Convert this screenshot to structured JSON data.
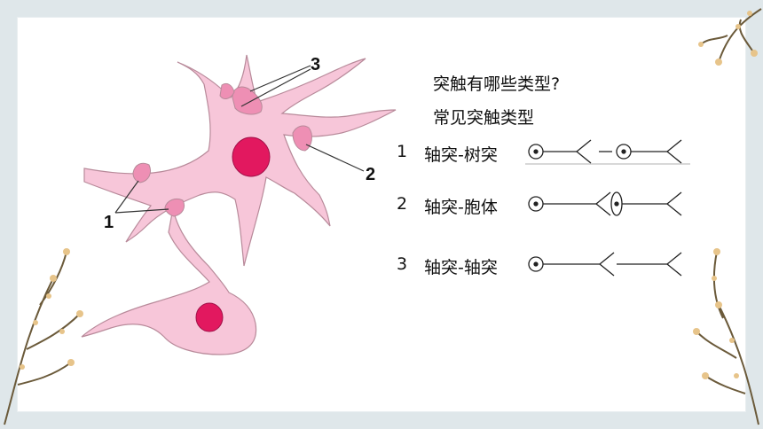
{
  "slide": {
    "question": "突触有哪些类型?",
    "subtitle": "常见突触类型",
    "types": [
      {
        "num": "1",
        "name": "轴突-树突"
      },
      {
        "num": "2",
        "name": "轴突-胞体"
      },
      {
        "num": "3",
        "name": "轴突-轴突"
      }
    ],
    "diagram_labels": [
      "1",
      "2",
      "3"
    ]
  },
  "colors": {
    "cell_fill": "#f7c6d9",
    "cell_outline": "#b88a9a",
    "nucleus": "#e2185f",
    "terminal": "#ee8fb4"
  }
}
